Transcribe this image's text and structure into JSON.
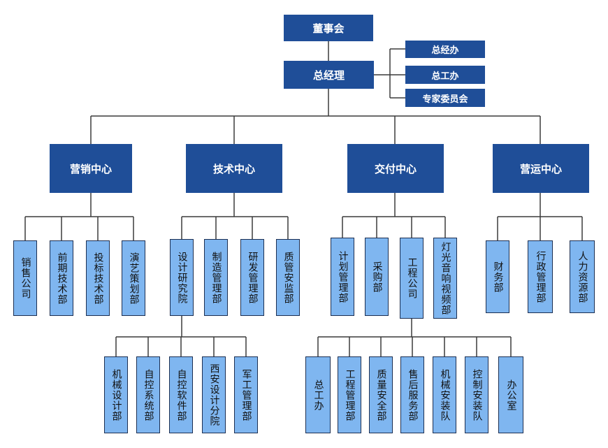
{
  "board": "董事会",
  "gm": "总经理",
  "staff": [
    "总经办",
    "总工办",
    "专家委员会"
  ],
  "centers": [
    "营销中心",
    "技术中心",
    "交付中心",
    "营运中心"
  ],
  "marketing": [
    "销售公司",
    "前期技术部",
    "投标技术部",
    "演艺策划部"
  ],
  "tech": [
    "设计研究院",
    "制造管理部",
    "研发管理部",
    "质管安监部"
  ],
  "delivery": [
    "计划管理部",
    "采购部",
    "工程公司",
    "灯光音响视频部"
  ],
  "ops": [
    "财务部",
    "行政管理部",
    "人力资源部"
  ],
  "design_sub": [
    "机械设计部",
    "自控系统部",
    "自控软件部",
    "西安设计分院",
    "军工管理部"
  ],
  "eng_sub": [
    "总工办",
    "工程管理部",
    "质量安全部",
    "售后服务部",
    "机械安装队",
    "控制安装队",
    "办公室"
  ],
  "colors": {
    "dark_box": "#1f4e98",
    "light_box": "#7fb6f0",
    "line": "#3a3a3a"
  }
}
